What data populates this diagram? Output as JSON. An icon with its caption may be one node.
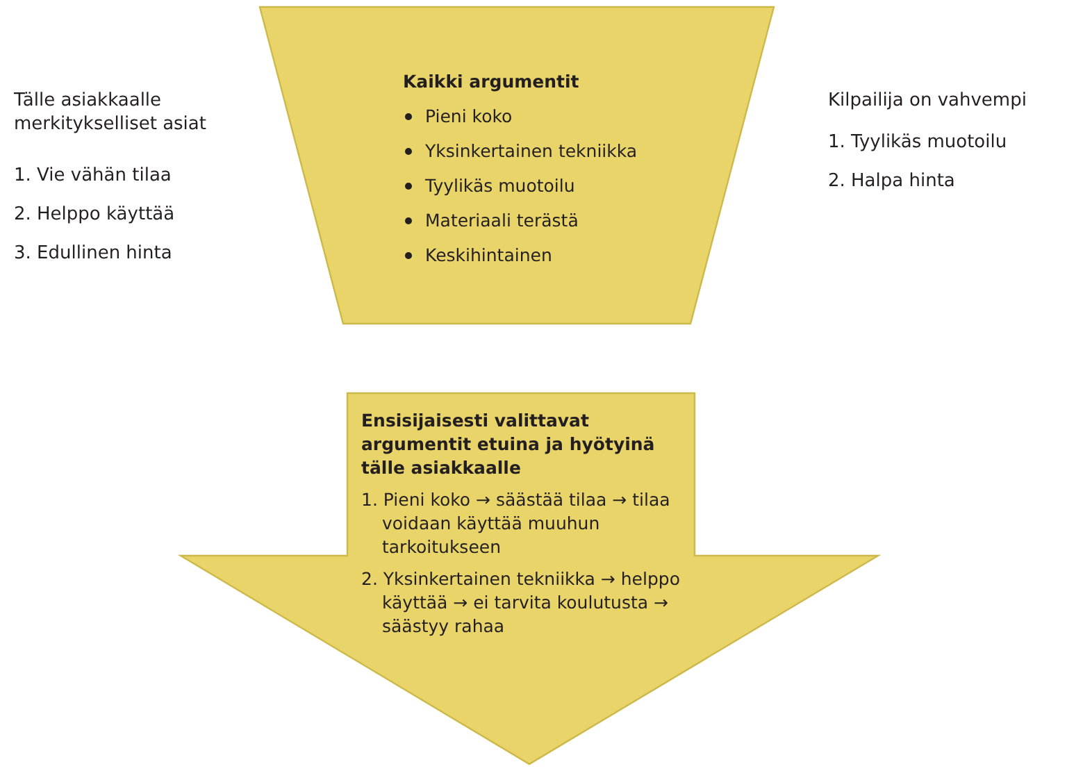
{
  "diagram": {
    "nodes": [
      {
        "text": [
          "Kaikki argumentit",
          "Pieni koko",
          "Yksinkertainen tekniikka",
          "Tyylikäs muotoilu",
          "Materiaali terästä",
          "Keskihintainen"
        ]
      },
      {
        "text": [
          "Ensisijaisesti valittavat argumentit etuina ja hyötyinä tälle asiakkaalle",
          "1. Pieni koko → säästää tilaa → tilaa voidaan käyttää muuhun tarkoitukseen",
          "2. Yksinkertainen tekniikka → helppo käyttää → ei tarvita koulutusta → säästyy rahaa"
        ]
      }
    ],
    "edges": [],
    "labels": [
      "Tälle asiakkaalle merkitykselliset asiat",
      "1. Vie vähän tilaa",
      "2. Helppo käyttää",
      "3. Edullinen hinta",
      "Kilpailija on vahvempi",
      "1. Tyylikäs muotoilu",
      "2. Halpa hinta"
    ]
  }
}
